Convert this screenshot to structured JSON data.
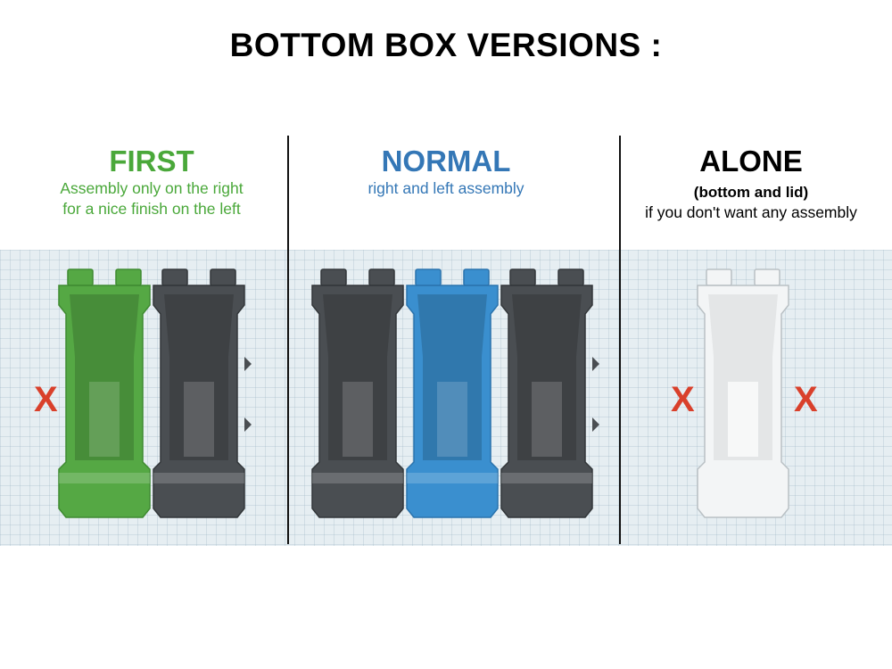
{
  "title": "BOTTOM BOX VERSIONS :",
  "columns": [
    {
      "name": "FIRST",
      "lines": [
        "Assembly only on the right",
        "for a nice finish on the left"
      ],
      "color": "#4aa83a"
    },
    {
      "name": "NORMAL",
      "lines": [
        "right and left assembly"
      ],
      "color": "#3477b6"
    },
    {
      "name": "ALONE",
      "bold_line": "(bottom and lid)",
      "lines": [
        "if you don't want any assembly"
      ],
      "color": "#000000"
    }
  ],
  "x_marker": "X",
  "x_color": "#d9402b",
  "box_colors": {
    "green": "#55a844",
    "dark": "#4a4e52",
    "blue": "#3a8fcf",
    "white": "#f3f5f6"
  }
}
